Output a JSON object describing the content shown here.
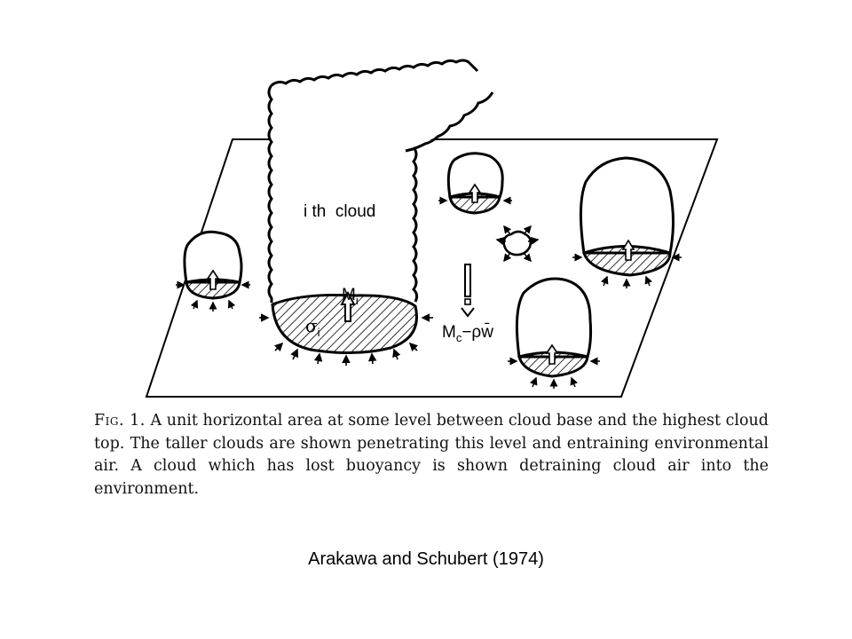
{
  "figure": {
    "labels": {
      "cloud_name": "i th  cloud",
      "mass_flux": "M",
      "mass_flux_sub": "i",
      "area_fraction": "σ",
      "area_fraction_sub": "i",
      "subsidence": "M",
      "subsidence_sub": "c",
      "subsidence_eq": "−ρw̄"
    }
  },
  "caption": {
    "fig_tag": "Fig. 1.",
    "text": "A unit horizontal area at some level between cloud base and the highest cloud top. The taller clouds are shown penetrating this level and entraining environmental air. A cloud which has lost buoyancy is shown detraining cloud air into the environment."
  },
  "citation": "Arakawa and Schubert (1974)"
}
